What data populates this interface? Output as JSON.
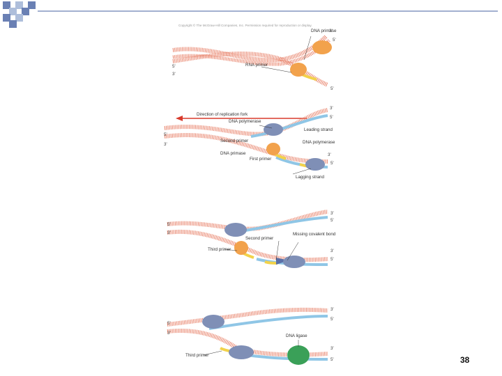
{
  "slide": {
    "copyright": "Copyright © The McGraw-Hill Companies, Inc. Permission required for reproduction or display.",
    "page_number": "38"
  },
  "colors": {
    "red_strand": "#e8826a",
    "red_strand_dark": "#c85a48",
    "blue_strand": "#8fc6e6",
    "primer_yellow": "#f2d24a",
    "primase_orange": "#f2a24c",
    "polymerase_blue": "#7f8fb6",
    "ligase_green": "#3aa058",
    "arrow_red": "#d83a2c",
    "corner_square_dark": "#6a80b4",
    "corner_square_light": "#aebedb"
  },
  "panel1": {
    "dna_primase": "DNA primase",
    "rna_primer": "RNA primer",
    "ends": {
      "top_right_top": "3'",
      "top_right_bottom": "5'",
      "left_top": "5'",
      "left_bottom": "3'",
      "bottom_right": "5'"
    }
  },
  "panel2": {
    "direction": "Direction of replication fork",
    "dna_polymerase_top": "DNA polymerase",
    "leading_strand": "Leading strand",
    "second_primer": "Second primer",
    "dna_primase": "DNA primase",
    "dna_polymerase_right": "DNA polymerase",
    "first_primer": "First primer",
    "lagging_strand": "Lagging strand",
    "ends": {
      "top_right_top": "3'",
      "top_right_bottom": "5'",
      "left_top": "5'",
      "left_bottom": "3'",
      "right_mid": "3'",
      "right_low": "5'"
    }
  },
  "panel3": {
    "second_primer": "Second primer",
    "missing_bond": "Missing covalent bond",
    "third_primer": "Third primer",
    "ends": {
      "top_right_top": "3'",
      "top_right_bottom": "5'",
      "left_top": "5'",
      "left_bottom": "3'",
      "right_mid": "3'",
      "right_low": "5'"
    }
  },
  "panel4": {
    "dna_ligase": "DNA ligase",
    "third_primer": "Third primer",
    "ends": {
      "top_right_top": "3'",
      "top_right_bottom": "5'",
      "left_top": "5'",
      "left_bottom": "3'",
      "right_mid": "3'",
      "right_low": "5'"
    }
  }
}
